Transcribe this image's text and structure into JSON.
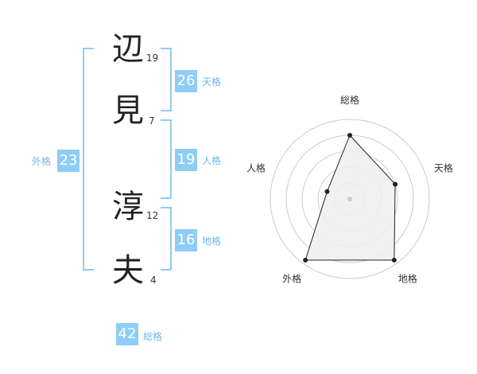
{
  "colors": {
    "accent": "#8ecdf5",
    "accent_text": "#6bb8e8",
    "bracket": "#8ecdf5",
    "radar_fill": "#eeeeee",
    "radar_line": "#222222"
  },
  "name": {
    "chars": [
      {
        "char": "辺",
        "strokes": "19"
      },
      {
        "char": "見",
        "strokes": "7"
      },
      {
        "char": "淳",
        "strokes": "12"
      },
      {
        "char": "夫",
        "strokes": "4"
      }
    ]
  },
  "kakusu": {
    "tenkaku": {
      "value": "26",
      "label": "天格"
    },
    "jinkaku": {
      "value": "19",
      "label": "人格"
    },
    "chikaku": {
      "value": "16",
      "label": "地格"
    },
    "gaikaku": {
      "value": "23",
      "label": "外格"
    },
    "soukaku": {
      "value": "42",
      "label": "総格"
    }
  },
  "chart_data": {
    "type": "radar",
    "axes": [
      "総格",
      "天格",
      "地格",
      "外格",
      "人格"
    ],
    "values": [
      0.8,
      0.6,
      0.95,
      0.95,
      0.3
    ],
    "range": [
      0,
      1
    ],
    "rings": 5
  }
}
